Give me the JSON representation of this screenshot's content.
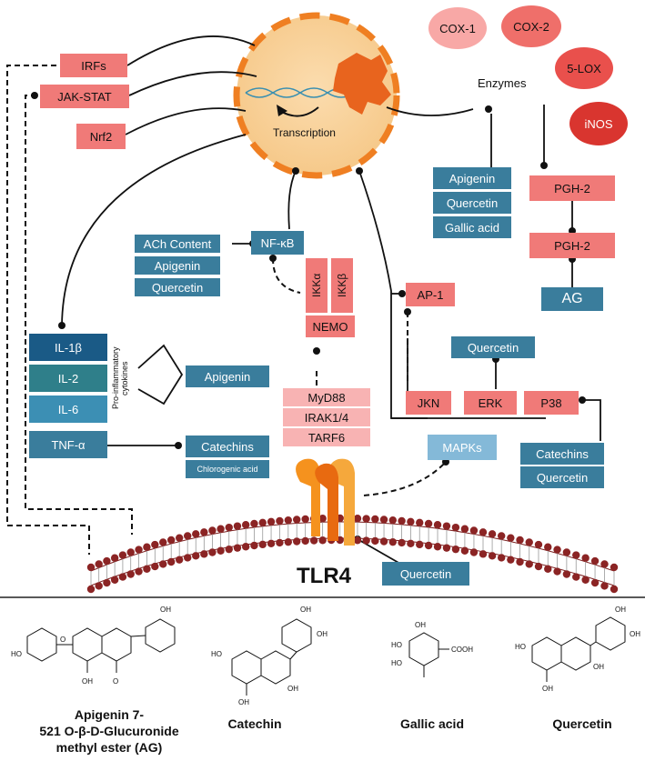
{
  "nucleus": {
    "label": "Transcription"
  },
  "tlr4_label": "TLR4",
  "enzymes": {
    "label": "Enzymes",
    "items": [
      "COX-1",
      "COX-2",
      "5-LOX",
      "iNOS"
    ],
    "inhibitors": [
      "Apigenin",
      "Quercetin",
      "Gallic acid"
    ],
    "pgh_top": "PGH-2",
    "pgh_bottom": "PGH-2",
    "ag": "AG"
  },
  "transcription_factors": [
    "IRFs",
    "JAK-STAT",
    "Nrf2"
  ],
  "nfkb": {
    "label": "NF-κB",
    "inhibitors": [
      "ACh Content",
      "Apigenin",
      "Quercetin"
    ],
    "ikka": "IKKα",
    "ikkb": "IKKβ",
    "nemo": "NEMO",
    "adaptors": [
      "MyD88",
      "IRAK1/4",
      "TARF6"
    ]
  },
  "ap1": "AP-1",
  "mapk": {
    "label": "MAPKs",
    "kinases": [
      "JKN",
      "ERK",
      "P38"
    ],
    "erk_inhibitor": "Quercetin",
    "p38_inhibitors": [
      "Catechins",
      "Quercetin"
    ]
  },
  "cytokines": {
    "items": [
      "IL-1β",
      "IL-2",
      "IL-6"
    ],
    "group_label": "Pro-inflammatory cytokines",
    "inhibitor": "Apigenin",
    "tnf": "TNF-α",
    "tnf_inhibitors": [
      "Catechins",
      "Chlorogenic acid"
    ]
  },
  "membrane_inhibitor": "Quercetin",
  "structures": [
    {
      "name": "Apigenin 7-\n521 O-β-D-Glucuronide\nmethyl ester (AG)"
    },
    {
      "name": "Catechin"
    },
    {
      "name": "Gallic acid"
    },
    {
      "name": "Quercetin"
    }
  ],
  "atoms": {
    "oh": "OH",
    "ho": "HO",
    "o": "O",
    "cooh": "COOH"
  },
  "colors": {
    "pink": "#f07a78",
    "light_pink": "#f8b3b3",
    "blue": "#3a7d9c",
    "nucleus_fill": "#f9d39e",
    "nucleus_border": "#ef8a2e",
    "membrane": "#8b2424",
    "receptor": "#f5921e"
  }
}
